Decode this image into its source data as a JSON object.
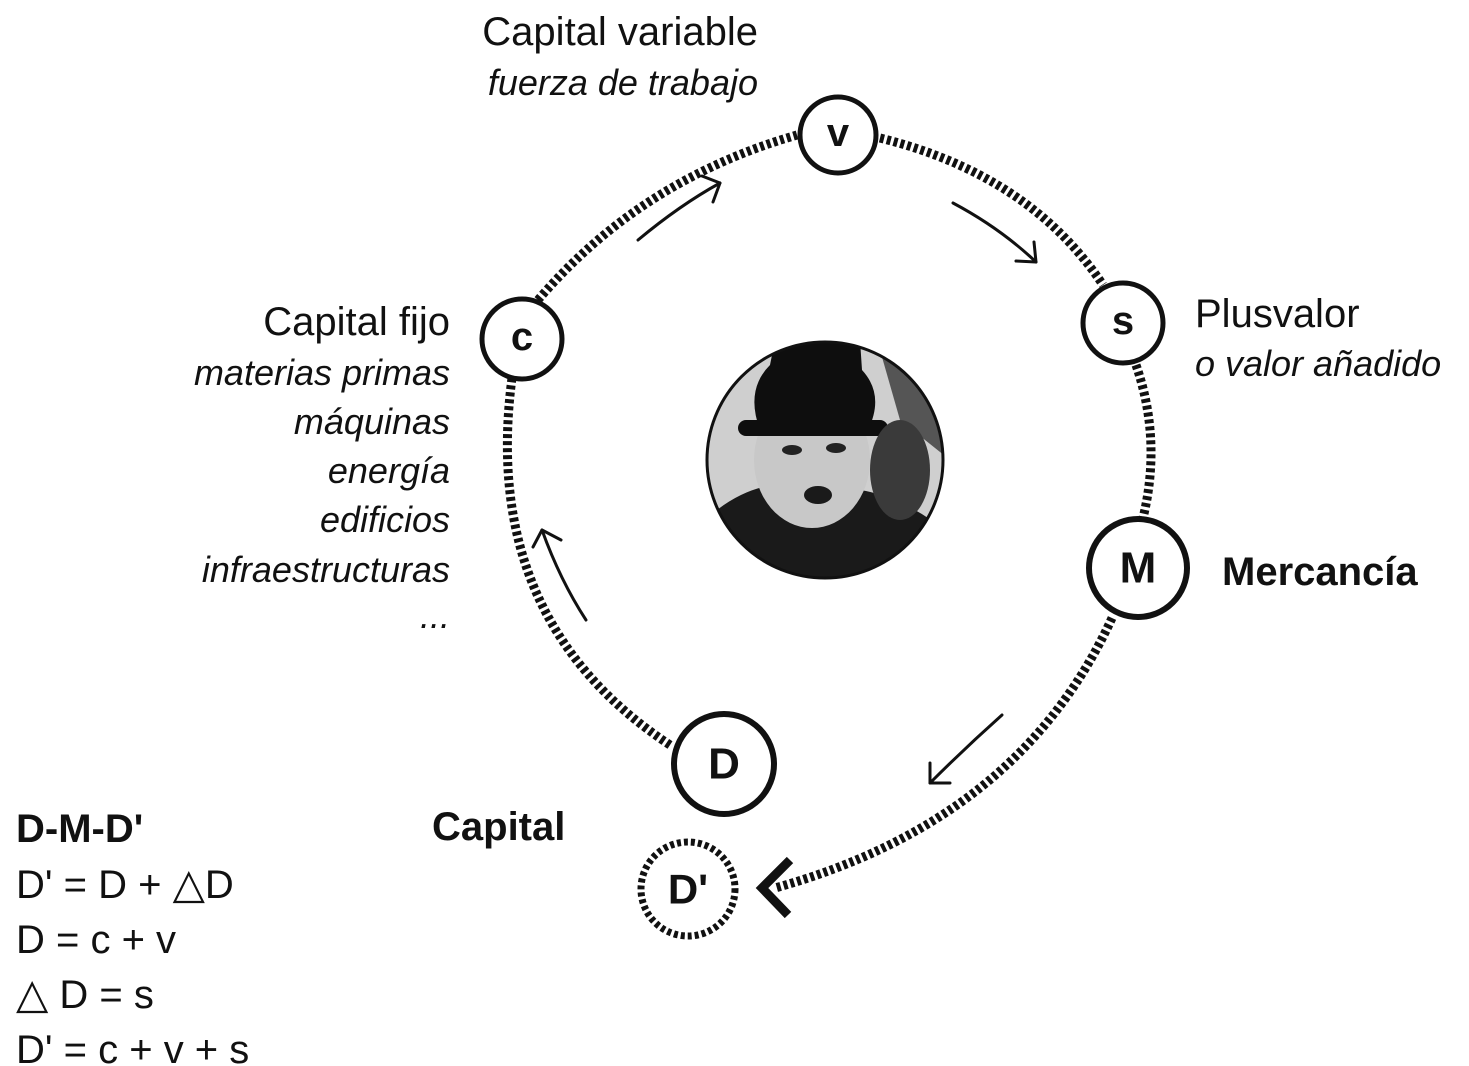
{
  "nodes": {
    "v": "v",
    "s": "s",
    "c": "c",
    "m": "M",
    "d": "D",
    "d_prime": "D'"
  },
  "labels": {
    "capital_variable": {
      "title": "Capital variable",
      "subtitle": "fuerza de trabajo"
    },
    "plusvalor": {
      "title": "Plusvalor",
      "subtitle": "o valor añadido"
    },
    "capital_fijo": {
      "title": "Capital fijo",
      "items": [
        "materias primas",
        "máquinas",
        "energía",
        "edificios",
        "infraestructuras",
        "..."
      ]
    },
    "mercancia": "Mercancía",
    "capital": "Capital"
  },
  "formulas": {
    "heading": "D-M-D'",
    "lines": [
      "D' = D + ",
      "D = c + v",
      " D = s",
      "D' = c + v + s"
    ],
    "delta_symbol": "△"
  },
  "center_image": {
    "icon": "portrait-photo-icon"
  },
  "colors": {
    "ink": "#111111",
    "background": "#ffffff"
  }
}
